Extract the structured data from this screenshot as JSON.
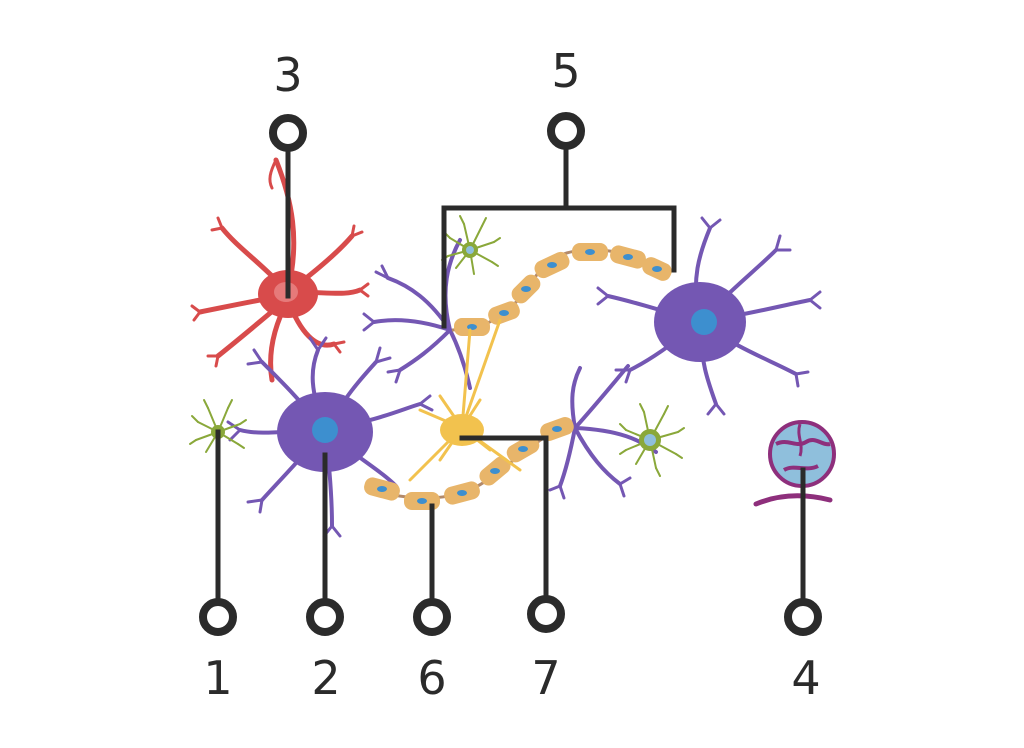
{
  "labels": {
    "l1": "1",
    "l2": "2",
    "l3": "3",
    "l4": "4",
    "l5": "5",
    "l6": "6",
    "l7": "7"
  },
  "colors": {
    "leader": "#2b2b2b",
    "neuron_purple": "#7457b3",
    "nucleus_blue": "#3d8fcf",
    "astrocyte_red": "#d84b4b",
    "oligodendrocyte_yellow": "#f2c24e",
    "myelin_tan": "#e8b56a",
    "microglia_green": "#8aa83a",
    "vessel_purple": "#8e2f7c",
    "vessel_blue": "#8fbfdc"
  }
}
